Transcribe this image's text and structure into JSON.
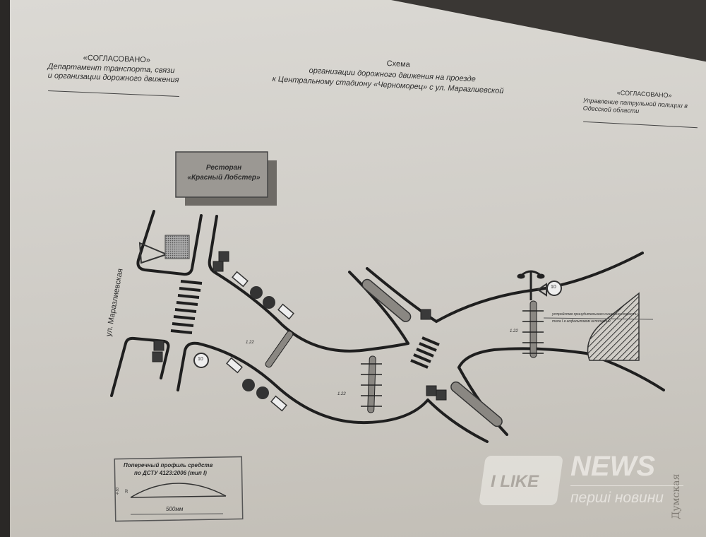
{
  "header_left": {
    "approved": "«СОГЛАСОВАНО»",
    "line1": "Департамент транспорта, связи",
    "line2": "и организации дорожного движения"
  },
  "title": {
    "line1": "Схема",
    "line2": "организации дорожного движения на проезде",
    "line3": "к Центральному стадиону «Черноморец» с ул. Маразлиевской"
  },
  "header_right": {
    "approved": "«СОГЛАСОВАНО»",
    "line1": "Управление патрульной полиции в",
    "line2": "Одесской области"
  },
  "restaurant": {
    "line1": "Ресторан",
    "line2": "«Красный Лобстер»"
  },
  "street_label": "ул. Маразлиевская",
  "marking_labels": [
    "1.22",
    "1.22",
    "1.22"
  ],
  "speed_limit": "10",
  "speed_bump_note": {
    "line1": "устройство принудительного снижения скорости",
    "line2": "типа I в асфальтовом исполнении"
  },
  "profile_box": {
    "title1": "Поперечный профиль средств",
    "title2": "по ДСТУ 4123:2006 (тип I)",
    "height_outer": "4-50",
    "height_inner": "30",
    "width": "500мм"
  },
  "watermark": {
    "badge": "I LIKE",
    "brand": "NEWS",
    "tagline": "перші новини",
    "source": "Думская"
  }
}
